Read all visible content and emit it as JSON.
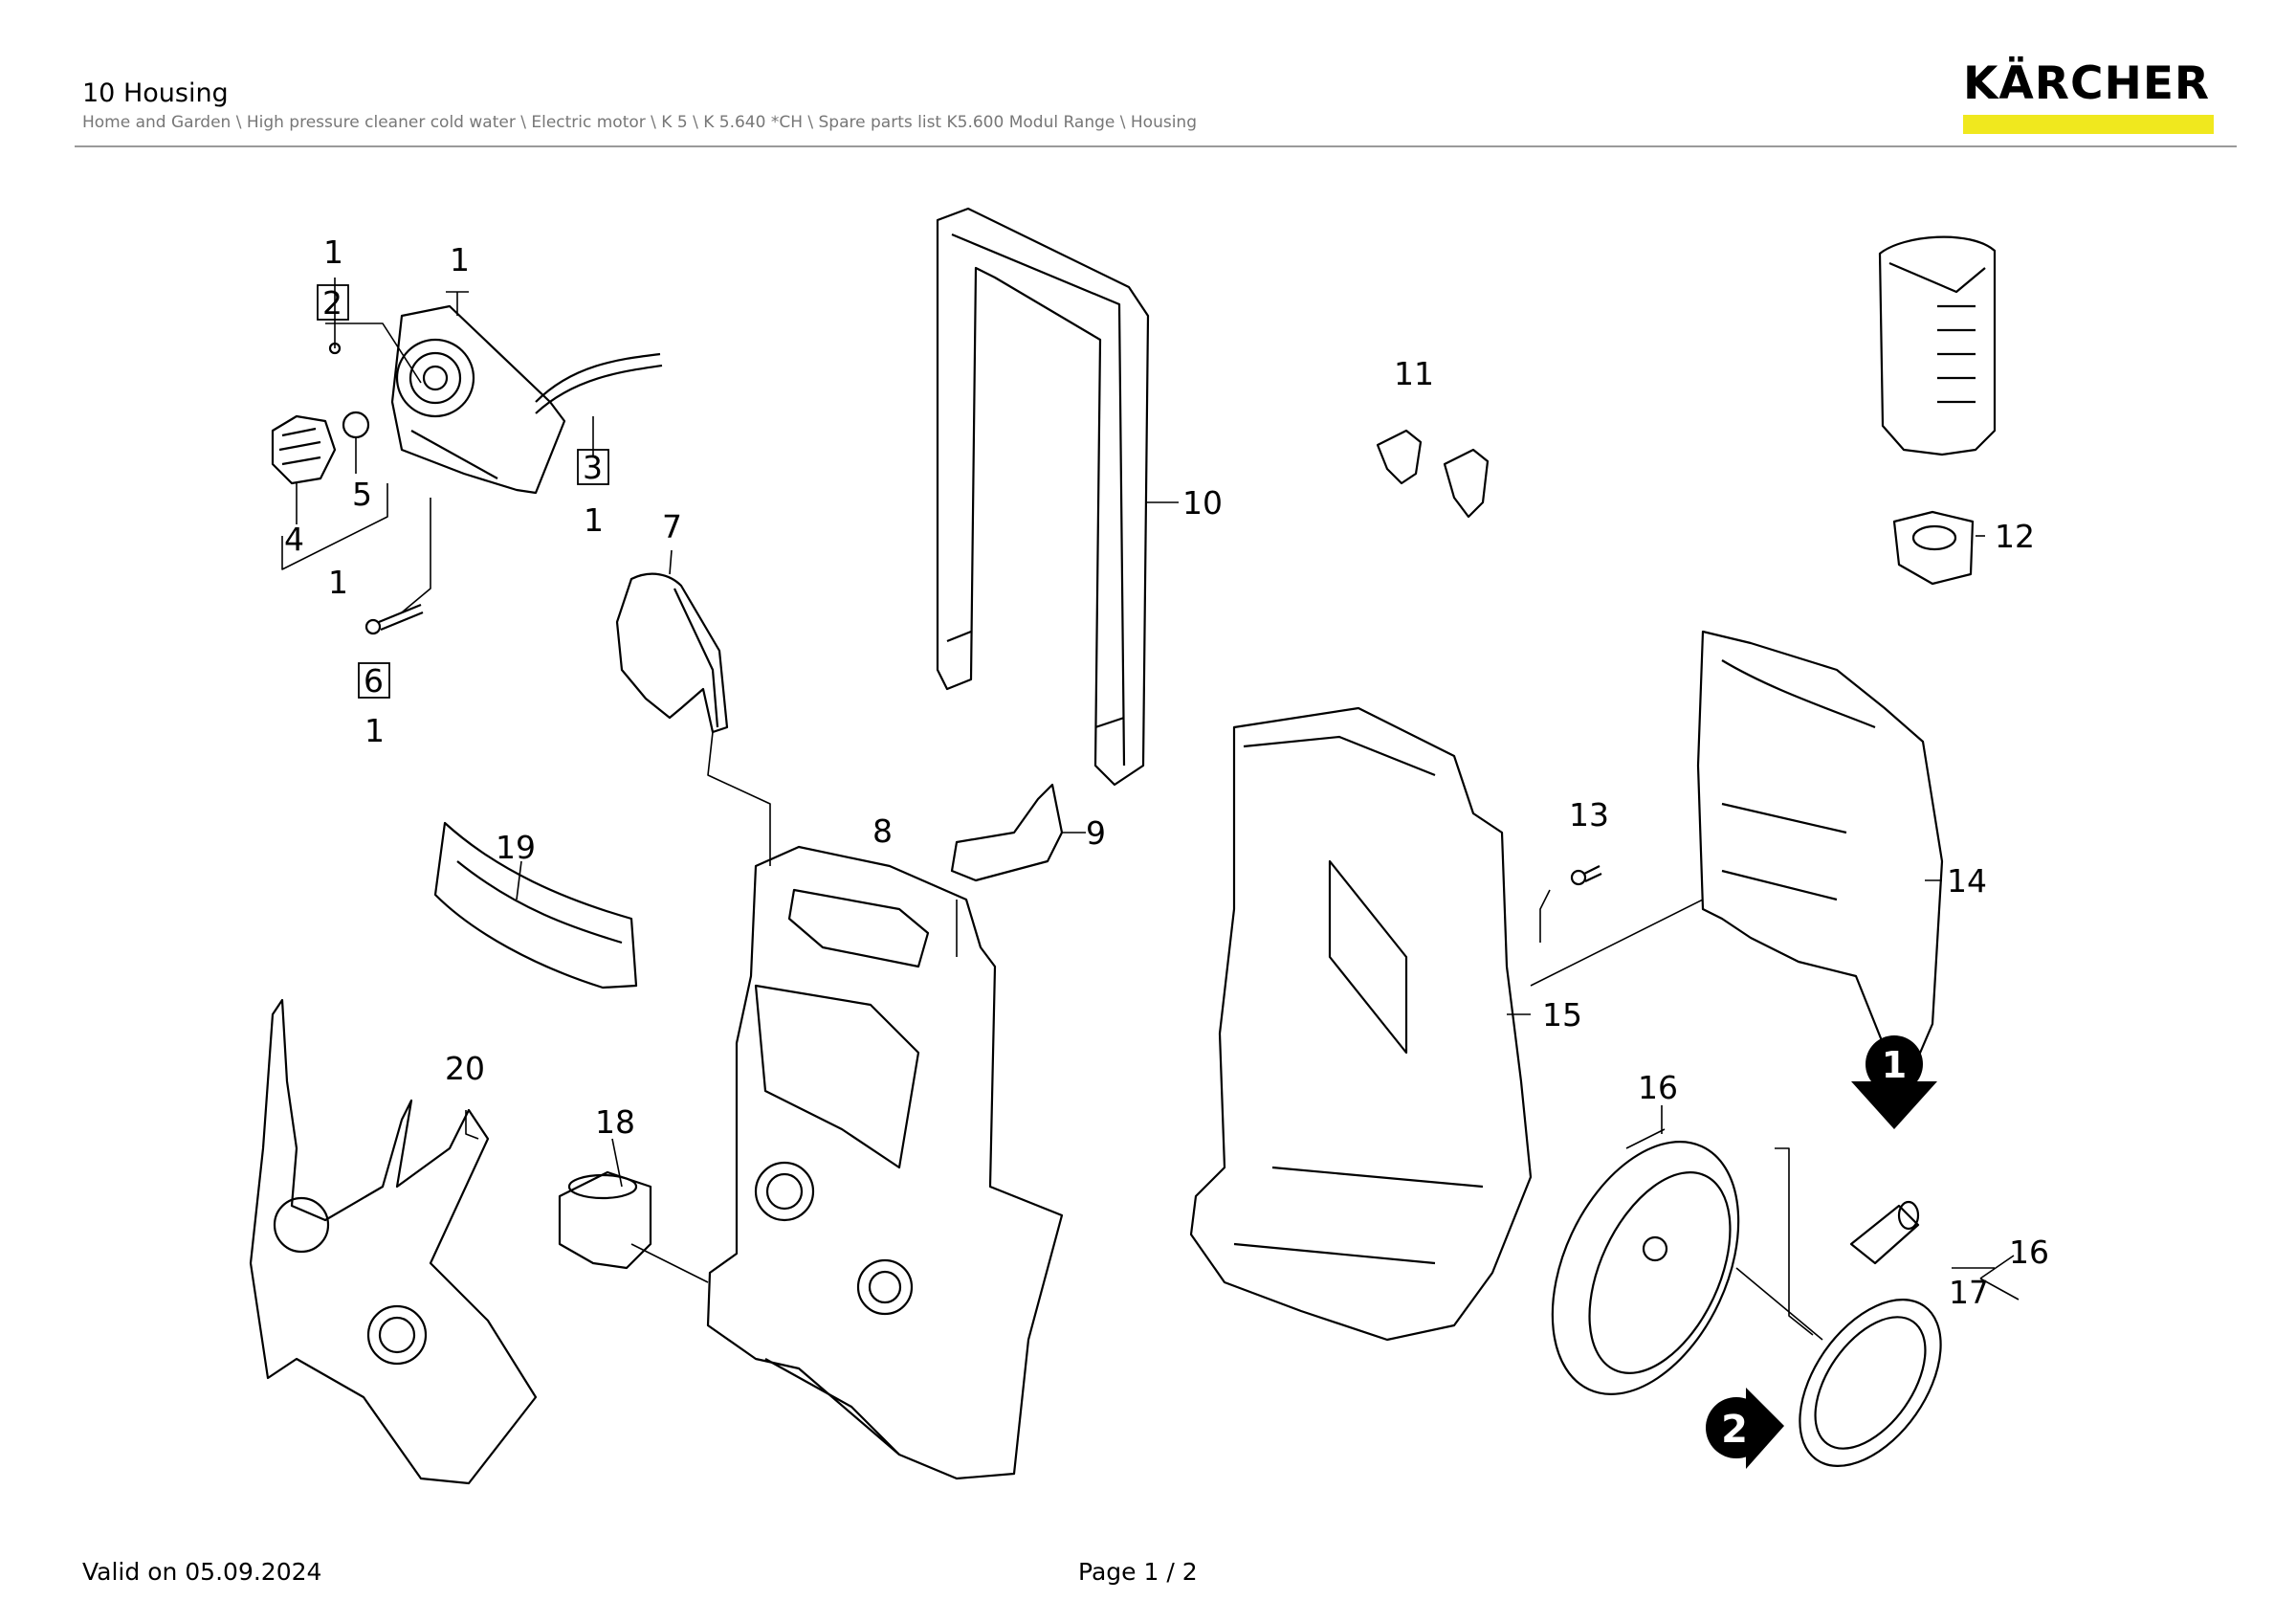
{
  "header": {
    "title": "10 Housing",
    "breadcrumb": "Home and Garden \\ High pressure cleaner cold water \\ Electric motor \\ K 5 \\ K 5.640 *CH \\ Spare parts list K5.600 Modul Range \\ Housing"
  },
  "brand": {
    "name": "KÄRCHER",
    "accent": "#f0e81e",
    "ink": "#000000"
  },
  "diagram": {
    "callouts": [
      "1",
      "2",
      "1",
      "5",
      "4",
      "1",
      "3",
      "1",
      "6",
      "1",
      "7",
      "10",
      "11",
      "12",
      "13",
      "14",
      "15",
      "16",
      "16",
      "17",
      "19",
      "20",
      "18",
      "8",
      "9"
    ],
    "markers": [
      "1",
      "2"
    ]
  },
  "footer": {
    "valid": "Valid on 05.09.2024",
    "page": "Page 1 / 2"
  }
}
